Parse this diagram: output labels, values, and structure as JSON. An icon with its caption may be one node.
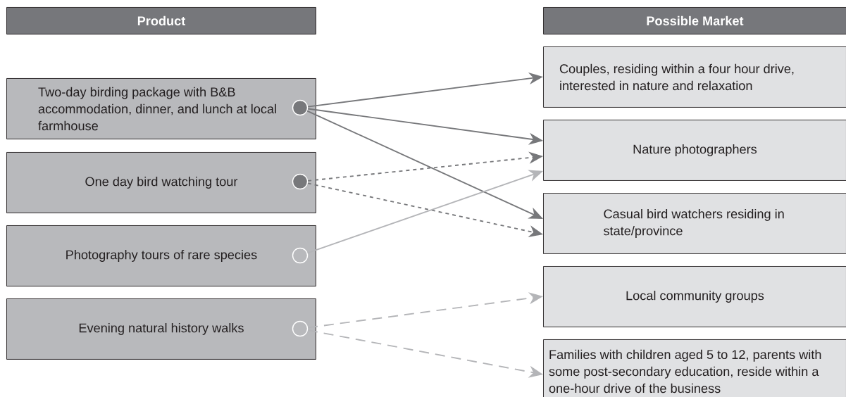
{
  "diagram": {
    "nodes": [
      {
        "text": [
          "Product"
        ]
      },
      {
        "text": [
          "Possible Market"
        ]
      },
      {
        "text": [
          "Two-day birding package with B&B accommodation, dinner, and lunch at local farmhouse"
        ]
      },
      {
        "text": [],
        "shape": "circle",
        "in": 2
      },
      {
        "text": [
          "One day bird watching tour"
        ]
      },
      {
        "text": [],
        "shape": "circle",
        "in": 4
      },
      {
        "text": [
          "Photography tours of rare species"
        ]
      },
      {
        "text": [],
        "shape": "circle",
        "in": 6
      },
      {
        "text": [
          "Evening natural history walks"
        ]
      },
      {
        "text": [],
        "shape": "circle",
        "in": 8
      },
      {
        "text": [
          "Couples, residing within a four hour drive, interested in nature and relaxation"
        ]
      },
      {
        "text": [
          "Nature photographers"
        ]
      },
      {
        "text": [
          "Casual bird watchers residing in state/province"
        ]
      },
      {
        "text": [
          "Local community groups"
        ]
      },
      {
        "text": [
          "Families with children aged 5 to 12, parents with some post-secondary education, reside within a one-hour drive of the business"
        ]
      }
    ],
    "edges": [
      {
        "from": 3,
        "to": 10,
        "arrow": "to"
      },
      {
        "from": 3,
        "to": 11,
        "arrow": "to"
      },
      {
        "from": 3,
        "to": 12,
        "arrow": "to"
      },
      {
        "from": 5,
        "to": 11,
        "arrow": "to",
        "style": "dashed"
      },
      {
        "from": 5,
        "to": 12,
        "arrow": "to",
        "style": "dashed"
      },
      {
        "from": 7,
        "to": 11,
        "arrow": "to",
        "color": "#b4b5b8"
      },
      {
        "from": 9,
        "to": 13,
        "arrow": "to",
        "style": "dashed",
        "color": "#b4b5b8"
      },
      {
        "from": 9,
        "to": 14,
        "arrow": "to",
        "style": "dashed",
        "color": "#b4b5b8"
      }
    ]
  }
}
